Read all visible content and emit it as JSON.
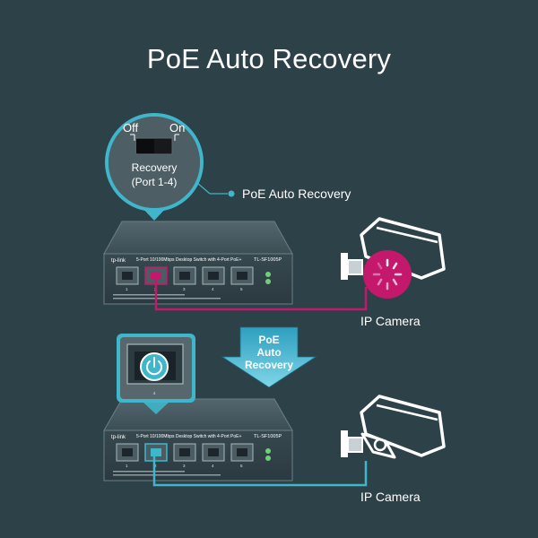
{
  "title": "PoE Auto Recovery",
  "switch_closeup": {
    "off_label": "Off",
    "on_label": "On",
    "caption_line1": "Recovery",
    "caption_line2": "(Port 1-4)"
  },
  "callout_label": "PoE Auto Recovery",
  "switch": {
    "brand": "tp-link",
    "description": "5-Port 10/100Mbps Desktop Switch with 4-Port PoE+",
    "model": "TL-SF1005P",
    "ports": [
      "1",
      "2",
      "3",
      "4",
      "5"
    ],
    "port_closeup_number": "4"
  },
  "arrow_badge": {
    "line1": "PoE",
    "line2": "Auto",
    "line3": "Recovery"
  },
  "camera_top_label": "IP Camera",
  "camera_bottom_label": "IP Camera",
  "colors": {
    "background": "#2d4149",
    "accent_teal": "#3fb6c9",
    "fault_magenta": "#c4186d",
    "switch_body": "#3a4c53"
  }
}
